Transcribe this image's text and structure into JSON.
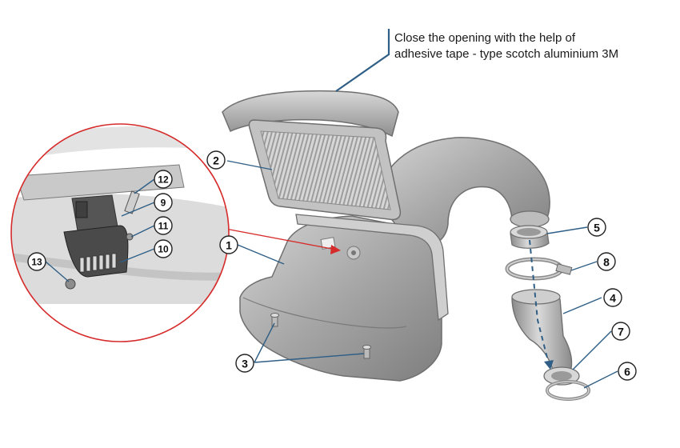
{
  "annotation": {
    "line1": "Close the opening with the help of",
    "line2": "adhesive tape - type scotch aluminium 3M"
  },
  "callouts": {
    "c1": "1",
    "c2": "2",
    "c3": "3",
    "c4": "4",
    "c5": "5",
    "c6": "6",
    "c7": "7",
    "c8": "8",
    "c9": "9",
    "c10": "10",
    "c11": "11",
    "c12": "12",
    "c13": "13"
  },
  "colors": {
    "leader": "#2f5f86",
    "detail_circle": "#d62b2b",
    "part_fill": "#a9a9a9",
    "part_stroke": "#6f6f6f"
  }
}
